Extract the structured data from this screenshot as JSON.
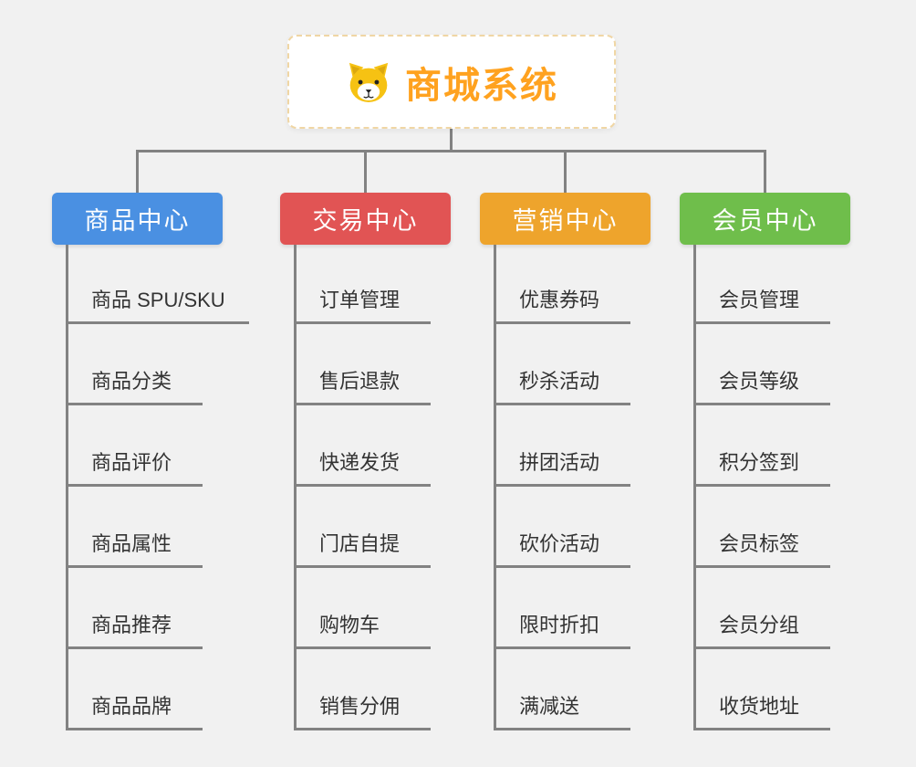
{
  "canvas": {
    "background_color": "#f1f1f1",
    "line_color": "#828282"
  },
  "root": {
    "label": "商城系统",
    "text_color": "#FFA21F",
    "icon": "dog-face-icon"
  },
  "branches": [
    {
      "label": "商品中心",
      "color": "#4A90E2",
      "children": [
        "商品 SPU/SKU",
        "商品分类",
        "商品评价",
        "商品属性",
        "商品推荐",
        "商品品牌"
      ]
    },
    {
      "label": "交易中心",
      "color": "#E15454",
      "children": [
        "订单管理",
        "售后退款",
        "快递发货",
        "门店自提",
        "购物车",
        "销售分佣"
      ]
    },
    {
      "label": "营销中心",
      "color": "#EEA42C",
      "children": [
        "优惠券码",
        "秒杀活动",
        "拼团活动",
        "砍价活动",
        "限时折扣",
        "满减送"
      ]
    },
    {
      "label": "会员中心",
      "color": "#6FBE4B",
      "children": [
        "会员管理",
        "会员等级",
        "积分签到",
        "会员标签",
        "会员分组",
        "收货地址"
      ]
    }
  ]
}
